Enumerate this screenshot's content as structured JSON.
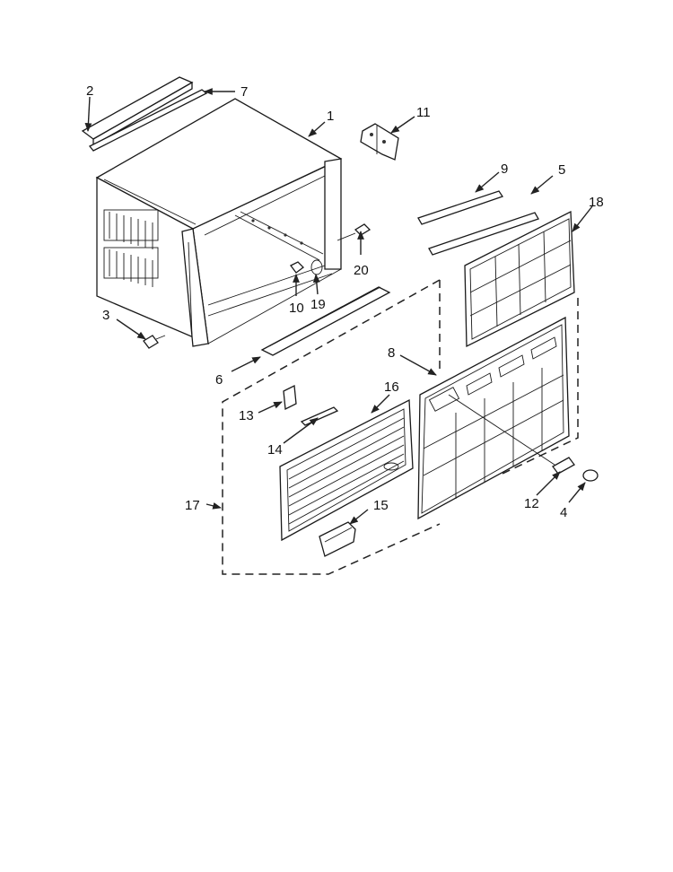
{
  "diagram": {
    "type": "exploded-parts-view",
    "callouts": [
      {
        "id": "c1",
        "text": "1"
      },
      {
        "id": "c2",
        "text": "2"
      },
      {
        "id": "c3",
        "text": "3"
      },
      {
        "id": "c4",
        "text": "4"
      },
      {
        "id": "c5",
        "text": "5"
      },
      {
        "id": "c6",
        "text": "6"
      },
      {
        "id": "c7",
        "text": "7"
      },
      {
        "id": "c8",
        "text": "8"
      },
      {
        "id": "c9",
        "text": "9"
      },
      {
        "id": "c10",
        "text": "10"
      },
      {
        "id": "c11",
        "text": "11"
      },
      {
        "id": "c12",
        "text": "12"
      },
      {
        "id": "c13",
        "text": "13"
      },
      {
        "id": "c14",
        "text": "14"
      },
      {
        "id": "c15",
        "text": "15"
      },
      {
        "id": "c16",
        "text": "16"
      },
      {
        "id": "c17",
        "text": "17"
      },
      {
        "id": "c18",
        "text": "18"
      },
      {
        "id": "c19",
        "text": "19"
      },
      {
        "id": "c20",
        "text": "20"
      }
    ]
  }
}
